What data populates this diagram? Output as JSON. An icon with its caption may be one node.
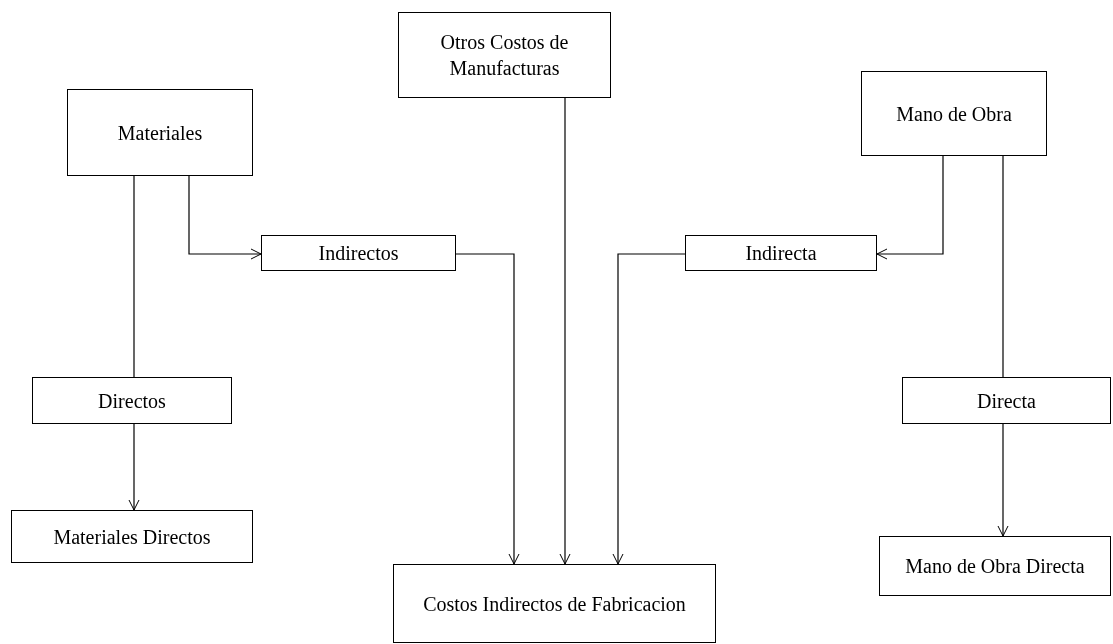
{
  "diagram": {
    "nodes": [
      {
        "text": [
          "Otros Costos de Manufacturas"
        ]
      },
      {
        "text": [
          "Materiales"
        ]
      },
      {
        "text": [
          "Mano de Obra"
        ]
      },
      {
        "text": [
          "Indirectos"
        ]
      },
      {
        "text": [
          "Indirecta"
        ]
      },
      {
        "text": [
          "Directos"
        ]
      },
      {
        "text": [
          "Directa"
        ]
      },
      {
        "text": [
          "Materiales Directos"
        ]
      },
      {
        "text": [
          "Costos Indirectos de Fabricacion"
        ]
      },
      {
        "text": [
          "Mano de Obra Directa"
        ]
      }
    ],
    "edges": [
      {
        "from": 1,
        "to": 3,
        "arrow": "to"
      },
      {
        "from": 1,
        "to": 5,
        "arrow": "none"
      },
      {
        "from": 5,
        "to": 7,
        "arrow": "to"
      },
      {
        "from": 3,
        "to": 8,
        "arrow": "to"
      },
      {
        "from": 0,
        "to": 8,
        "arrow": "to"
      },
      {
        "from": 4,
        "to": 8,
        "arrow": "to"
      },
      {
        "from": 2,
        "to": 4,
        "arrow": "to"
      },
      {
        "from": 2,
        "to": 6,
        "arrow": "none"
      },
      {
        "from": 6,
        "to": 9,
        "arrow": "to"
      }
    ]
  }
}
